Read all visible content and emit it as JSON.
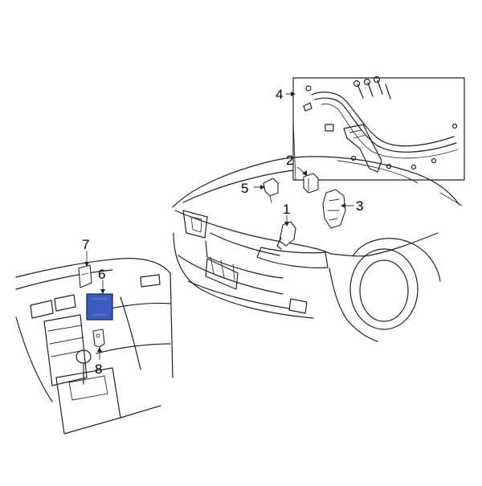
{
  "callouts": [
    {
      "id": "1",
      "label": "1"
    },
    {
      "id": "2",
      "label": "2"
    },
    {
      "id": "3",
      "label": "3"
    },
    {
      "id": "4",
      "label": "4"
    },
    {
      "id": "5",
      "label": "5"
    },
    {
      "id": "6",
      "label": "6"
    },
    {
      "id": "7",
      "label": "7"
    },
    {
      "id": "8",
      "label": "8"
    }
  ],
  "colors": {
    "highlight_part": "#3a5bbf",
    "line": "#222222",
    "background": "#ffffff"
  }
}
